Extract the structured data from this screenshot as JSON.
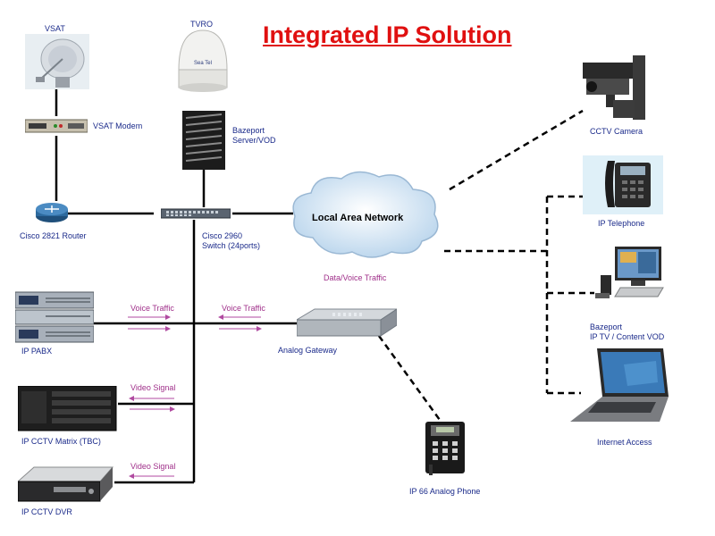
{
  "title": "Integrated IP Solution",
  "devices": {
    "vsat": "VSAT",
    "tvro": "TVRO",
    "vsat_modem": "VSAT Modem",
    "bazeport_server_line1": "Bazeport",
    "bazeport_server_line2": "Server/VOD",
    "router": "Cisco 2821 Router",
    "switch_line1": "Cisco 2960",
    "switch_line2": "Switch (24ports)",
    "lan": "Local Area Network",
    "data_voice": "Data/Voice Traffic",
    "ip_pabx": "IP PABX",
    "analog_gateway": "Analog Gateway",
    "cctv_matrix": "IP CCTV Matrix (TBC)",
    "cctv_dvr": "IP CCTV  DVR",
    "analog_phone": "IP 66 Analog Phone",
    "cctv_camera": "CCTV Camera",
    "ip_telephone": "IP  Telephone",
    "bazeport_iptv_line1": "Bazeport",
    "bazeport_iptv_line2": "IP TV / Content VOD",
    "internet_access": "Internet Access"
  },
  "traffic": {
    "voice1": "Voice Traffic",
    "voice2": "Voice Traffic",
    "video1": "Video Signal",
    "video2": "Video Signal"
  },
  "satellite_brand": "Sea Tel"
}
